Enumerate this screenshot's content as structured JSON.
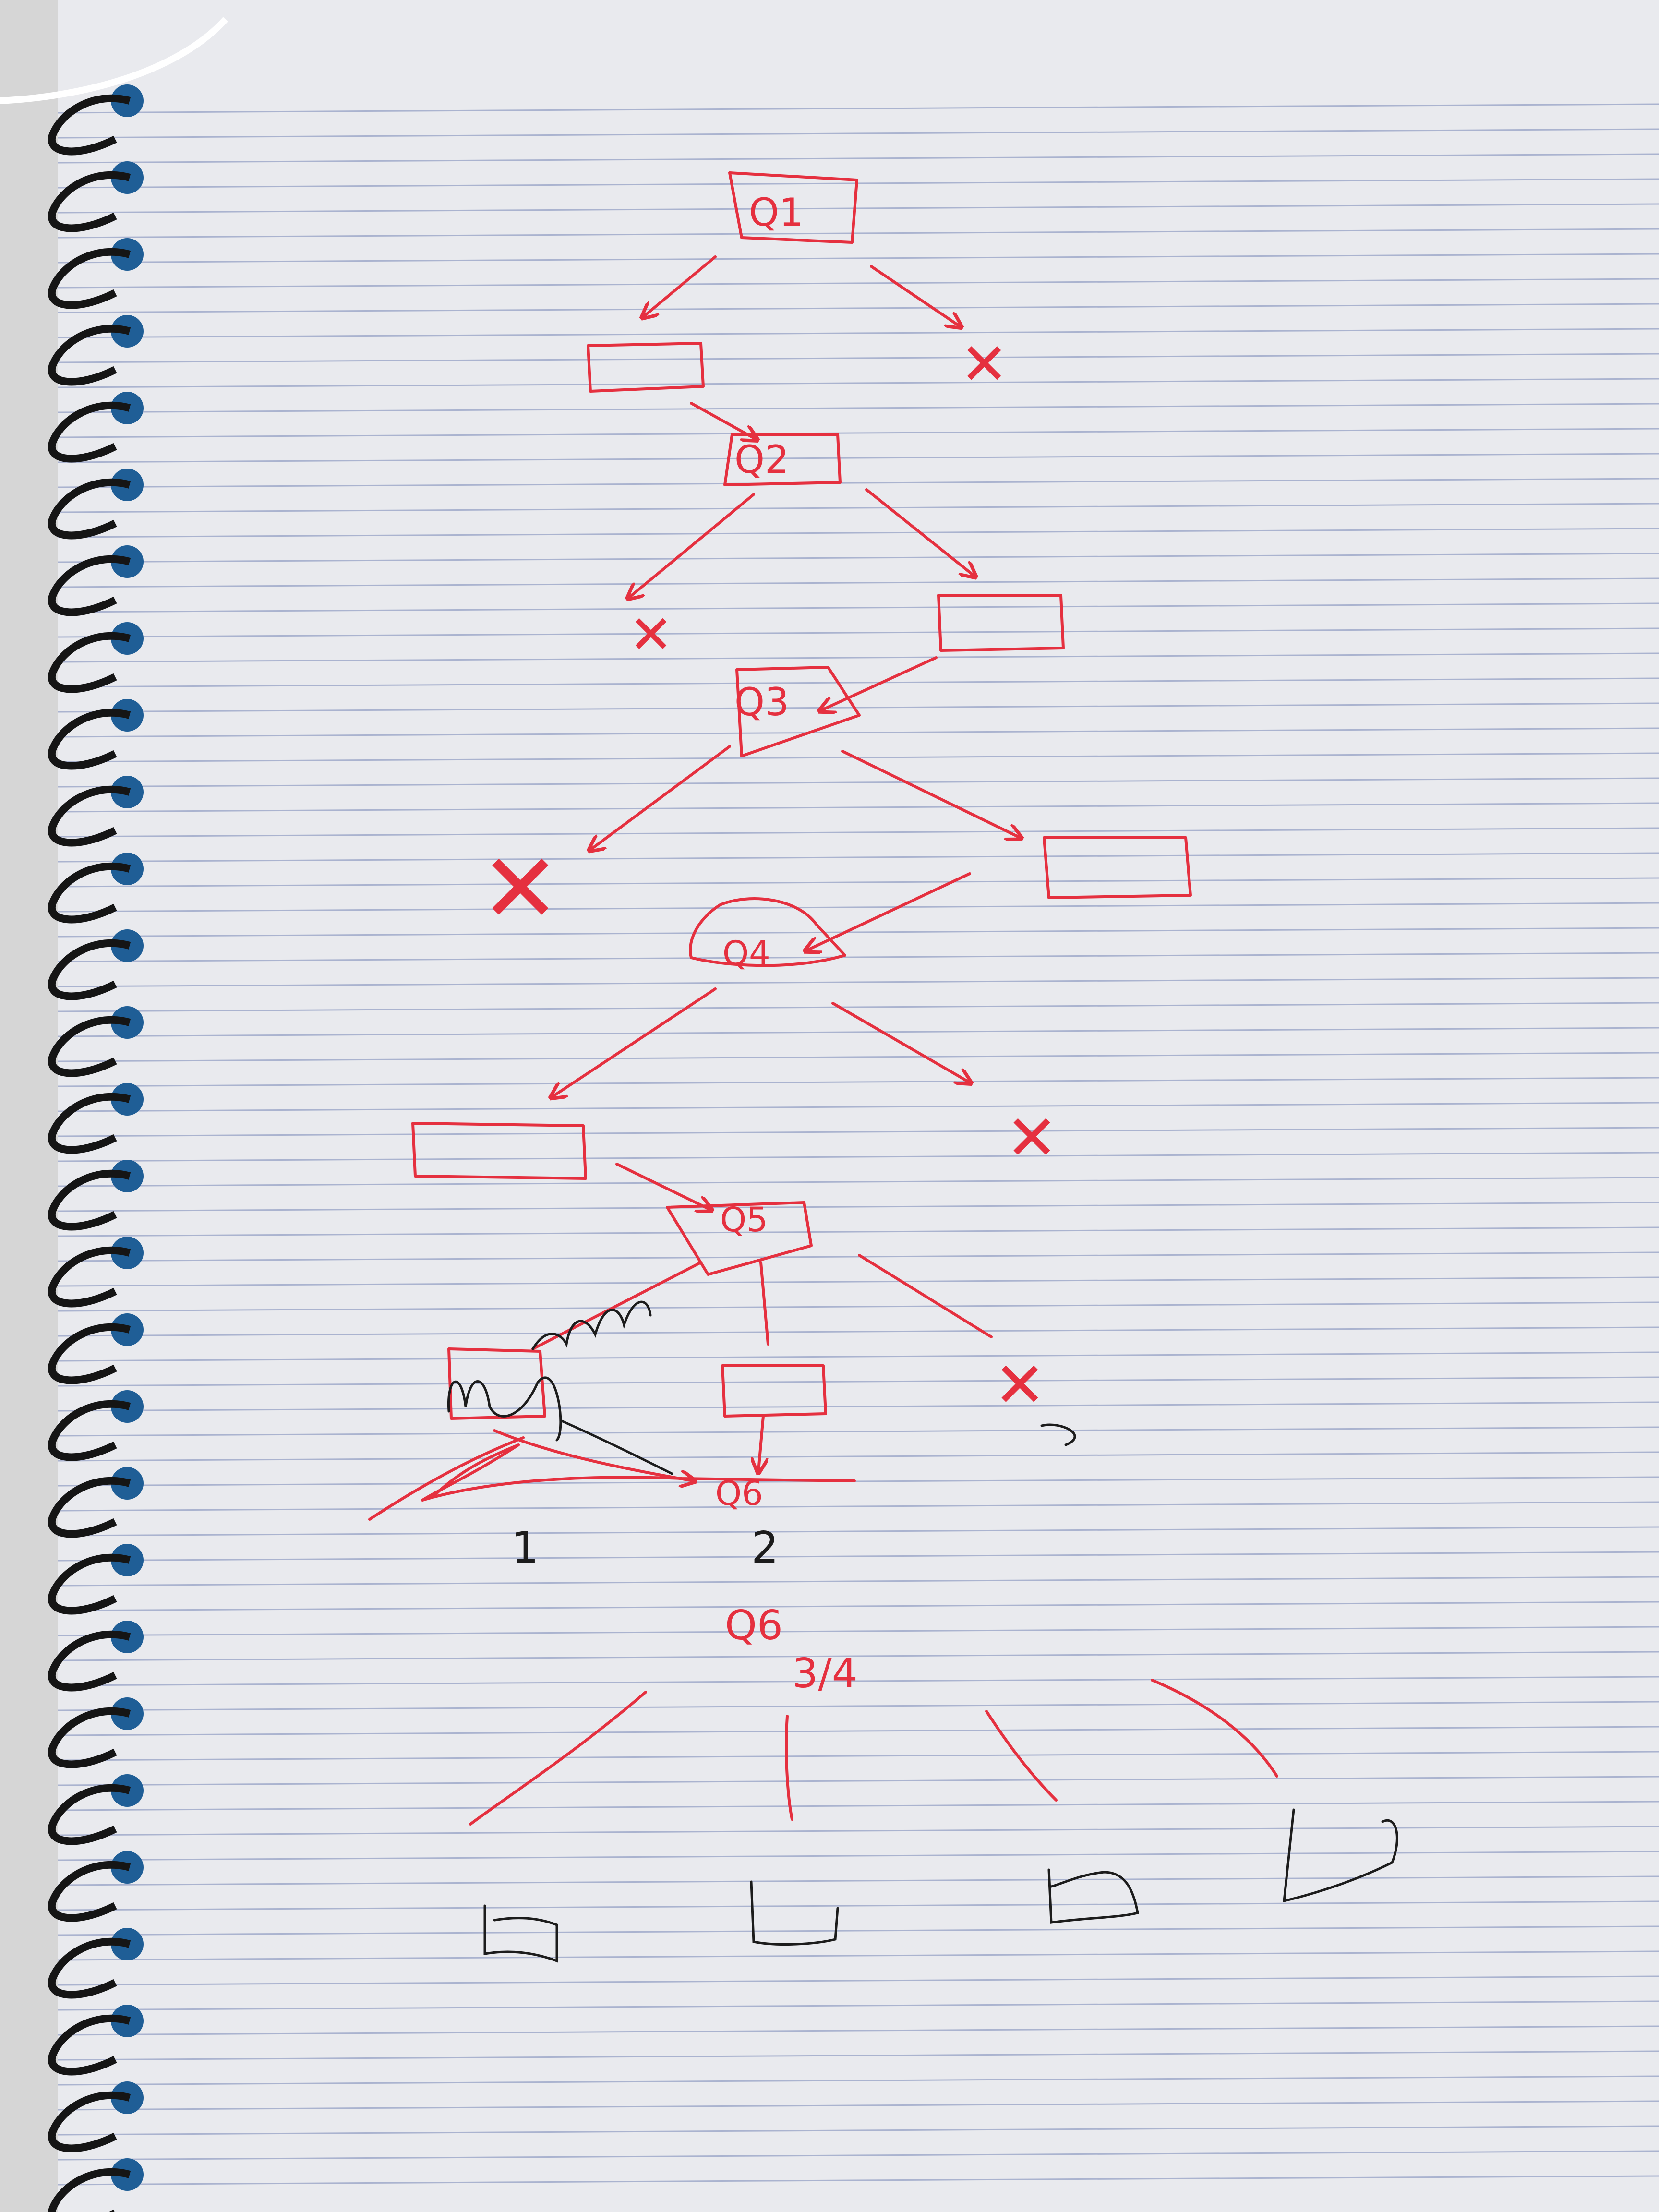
{
  "colors": {
    "paper": "#e9eaee",
    "rule_line": "#aab3cf",
    "ink_red": "#e5303f",
    "ink_black": "#1c1c1c",
    "spiral_wire": "#151515",
    "punch_hole": "#1f5e96"
  },
  "nodes": {
    "q1": "Q1",
    "q2": "Q2",
    "q3": "Q3",
    "q4": "Q4",
    "q5": "Q5",
    "q6_inline": "Q6",
    "q6_heading": "Q6",
    "q6_fraction": "3/4"
  },
  "branch_numbers": {
    "one": "1",
    "two": "2"
  },
  "marks": {
    "reject": "✕"
  }
}
